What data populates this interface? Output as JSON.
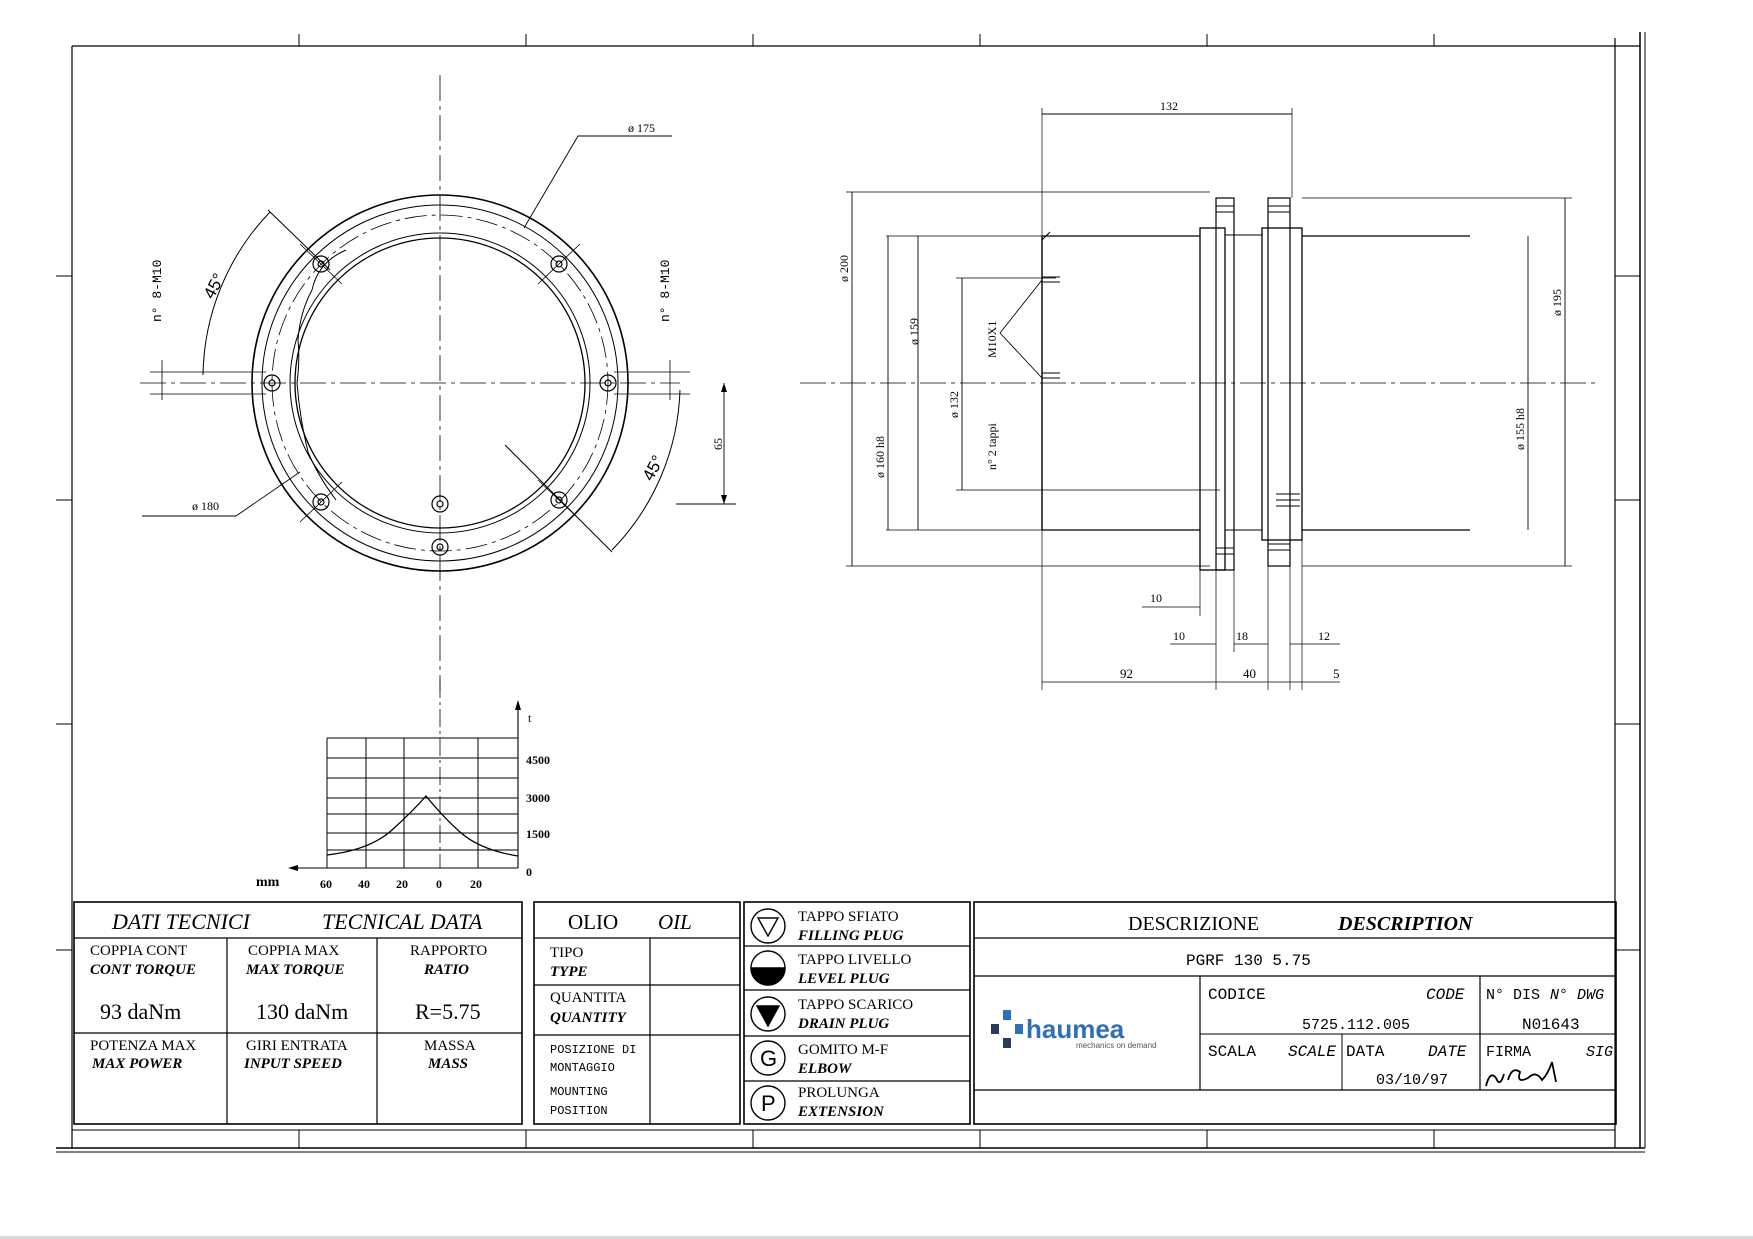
{
  "front_view": {
    "dim_d175": "ø 175",
    "dim_d180": "ø 180",
    "holes_left": "n° 8-M10",
    "holes_right": "n° 8-M10",
    "angle_top": "45°",
    "angle_bottom": "45°",
    "dim_65": "65"
  },
  "side_view": {
    "dim_132_top": "132",
    "dim_d200": "ø 200",
    "dim_d159": "ø 159",
    "dim_d132": "ø 132",
    "dim_d160h8": "ø 160 h8",
    "dim_d195": "ø 195",
    "dim_d155h8": "ø 155 h8",
    "thread": "M10X1",
    "plugs": "n° 2 tappi",
    "dim_10a": "10",
    "dim_10b": "10",
    "dim_18": "18",
    "dim_12": "12",
    "dim_92": "92",
    "dim_40": "40",
    "dim_5": "5"
  },
  "load_chart": {
    "y_unit": "t",
    "x_unit": "mm",
    "y_ticks": [
      "4500",
      "3000",
      "1500",
      "0"
    ],
    "x_ticks": [
      "60",
      "40",
      "20",
      "0",
      "20"
    ]
  },
  "tech_data": {
    "title_it": "DATI TECNICI",
    "title_en": "TECNICAL DATA",
    "cont_torque_it": "COPPIA CONT",
    "cont_torque_en": "CONT TORQUE",
    "cont_torque_val": "93 daNm",
    "max_torque_it": "COPPIA MAX",
    "max_torque_en": "MAX TORQUE",
    "max_torque_val": "130 daNm",
    "ratio_it": "RAPPORTO",
    "ratio_en": "RATIO",
    "ratio_val": "R=5.75",
    "max_power_it": "POTENZA MAX",
    "max_power_en": "MAX POWER",
    "input_speed_it": "GIRI ENTRATA",
    "input_speed_en": "INPUT SPEED",
    "mass_it": "MASSA",
    "mass_en": "MASS"
  },
  "oil": {
    "title_it": "OLIO",
    "title_en": "OIL",
    "type_it": "TIPO",
    "type_en": "TYPE",
    "qty_it": "QUANTITA",
    "qty_en": "QUANTITY",
    "pos_it_1": "POSIZIONE DI",
    "pos_it_2": "MONTAGGIO",
    "pos_en_1": "MOUNTING",
    "pos_en_2": "POSITION"
  },
  "legend": [
    {
      "it": "TAPPO SFIATO",
      "en": "FILLING PLUG"
    },
    {
      "it": "TAPPO LIVELLO",
      "en": "LEVEL PLUG"
    },
    {
      "it": "TAPPO SCARICO",
      "en": "DRAIN PLUG"
    },
    {
      "it": "GOMITO M-F",
      "en": "ELBOW",
      "symbol": "G"
    },
    {
      "it": "PROLUNGA",
      "en": "EXTENSION",
      "symbol": "P"
    }
  ],
  "title_block": {
    "desc_it": "DESCRIZIONE",
    "desc_en": "DESCRIPTION",
    "description": "PGRF 130 5.75",
    "logo_text": "haumea",
    "logo_tagline": "mechanics on demand",
    "code_it": "CODICE",
    "code_en": "CODE",
    "code_val": "5725.112.005",
    "dwg_it": "N° DIS",
    "dwg_en": "N° DWG",
    "dwg_val": "N01643",
    "scale_it": "SCALA",
    "scale_en": "SCALE",
    "date_it": "DATA",
    "date_en": "DATE",
    "date_val": "03/10/97",
    "sign_it": "FIRMA",
    "sign_en": "SIG"
  },
  "colors": {
    "ink": "#000000",
    "brand_blue": "#2f6fb5",
    "brand_dark": "#2a3b57"
  }
}
